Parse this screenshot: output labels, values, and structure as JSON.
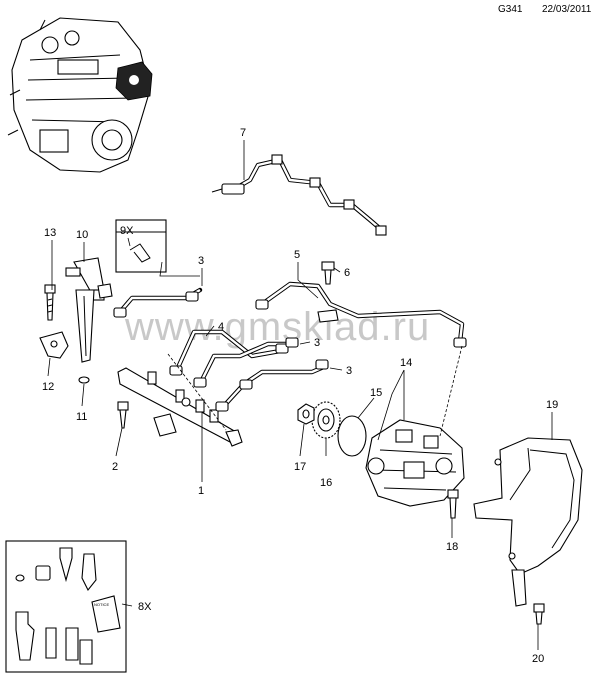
{
  "header": {
    "code": "G341",
    "date": "22/03/2011"
  },
  "watermark": "www.gmsklad.ru",
  "callouts": {
    "c1": "1",
    "c2": "2",
    "c3a": "3",
    "c3b": "3",
    "c3c": "3",
    "c4": "4",
    "c5": "5",
    "c6": "6",
    "c7": "7",
    "c8": "8X",
    "c9": "9X",
    "c10": "10",
    "c11": "11",
    "c12": "12",
    "c13": "13",
    "c14": "14",
    "c15": "15",
    "c16": "16",
    "c17": "17",
    "c18": "18",
    "c19": "19",
    "c20": "20"
  },
  "kit_notice": "NOTICE"
}
